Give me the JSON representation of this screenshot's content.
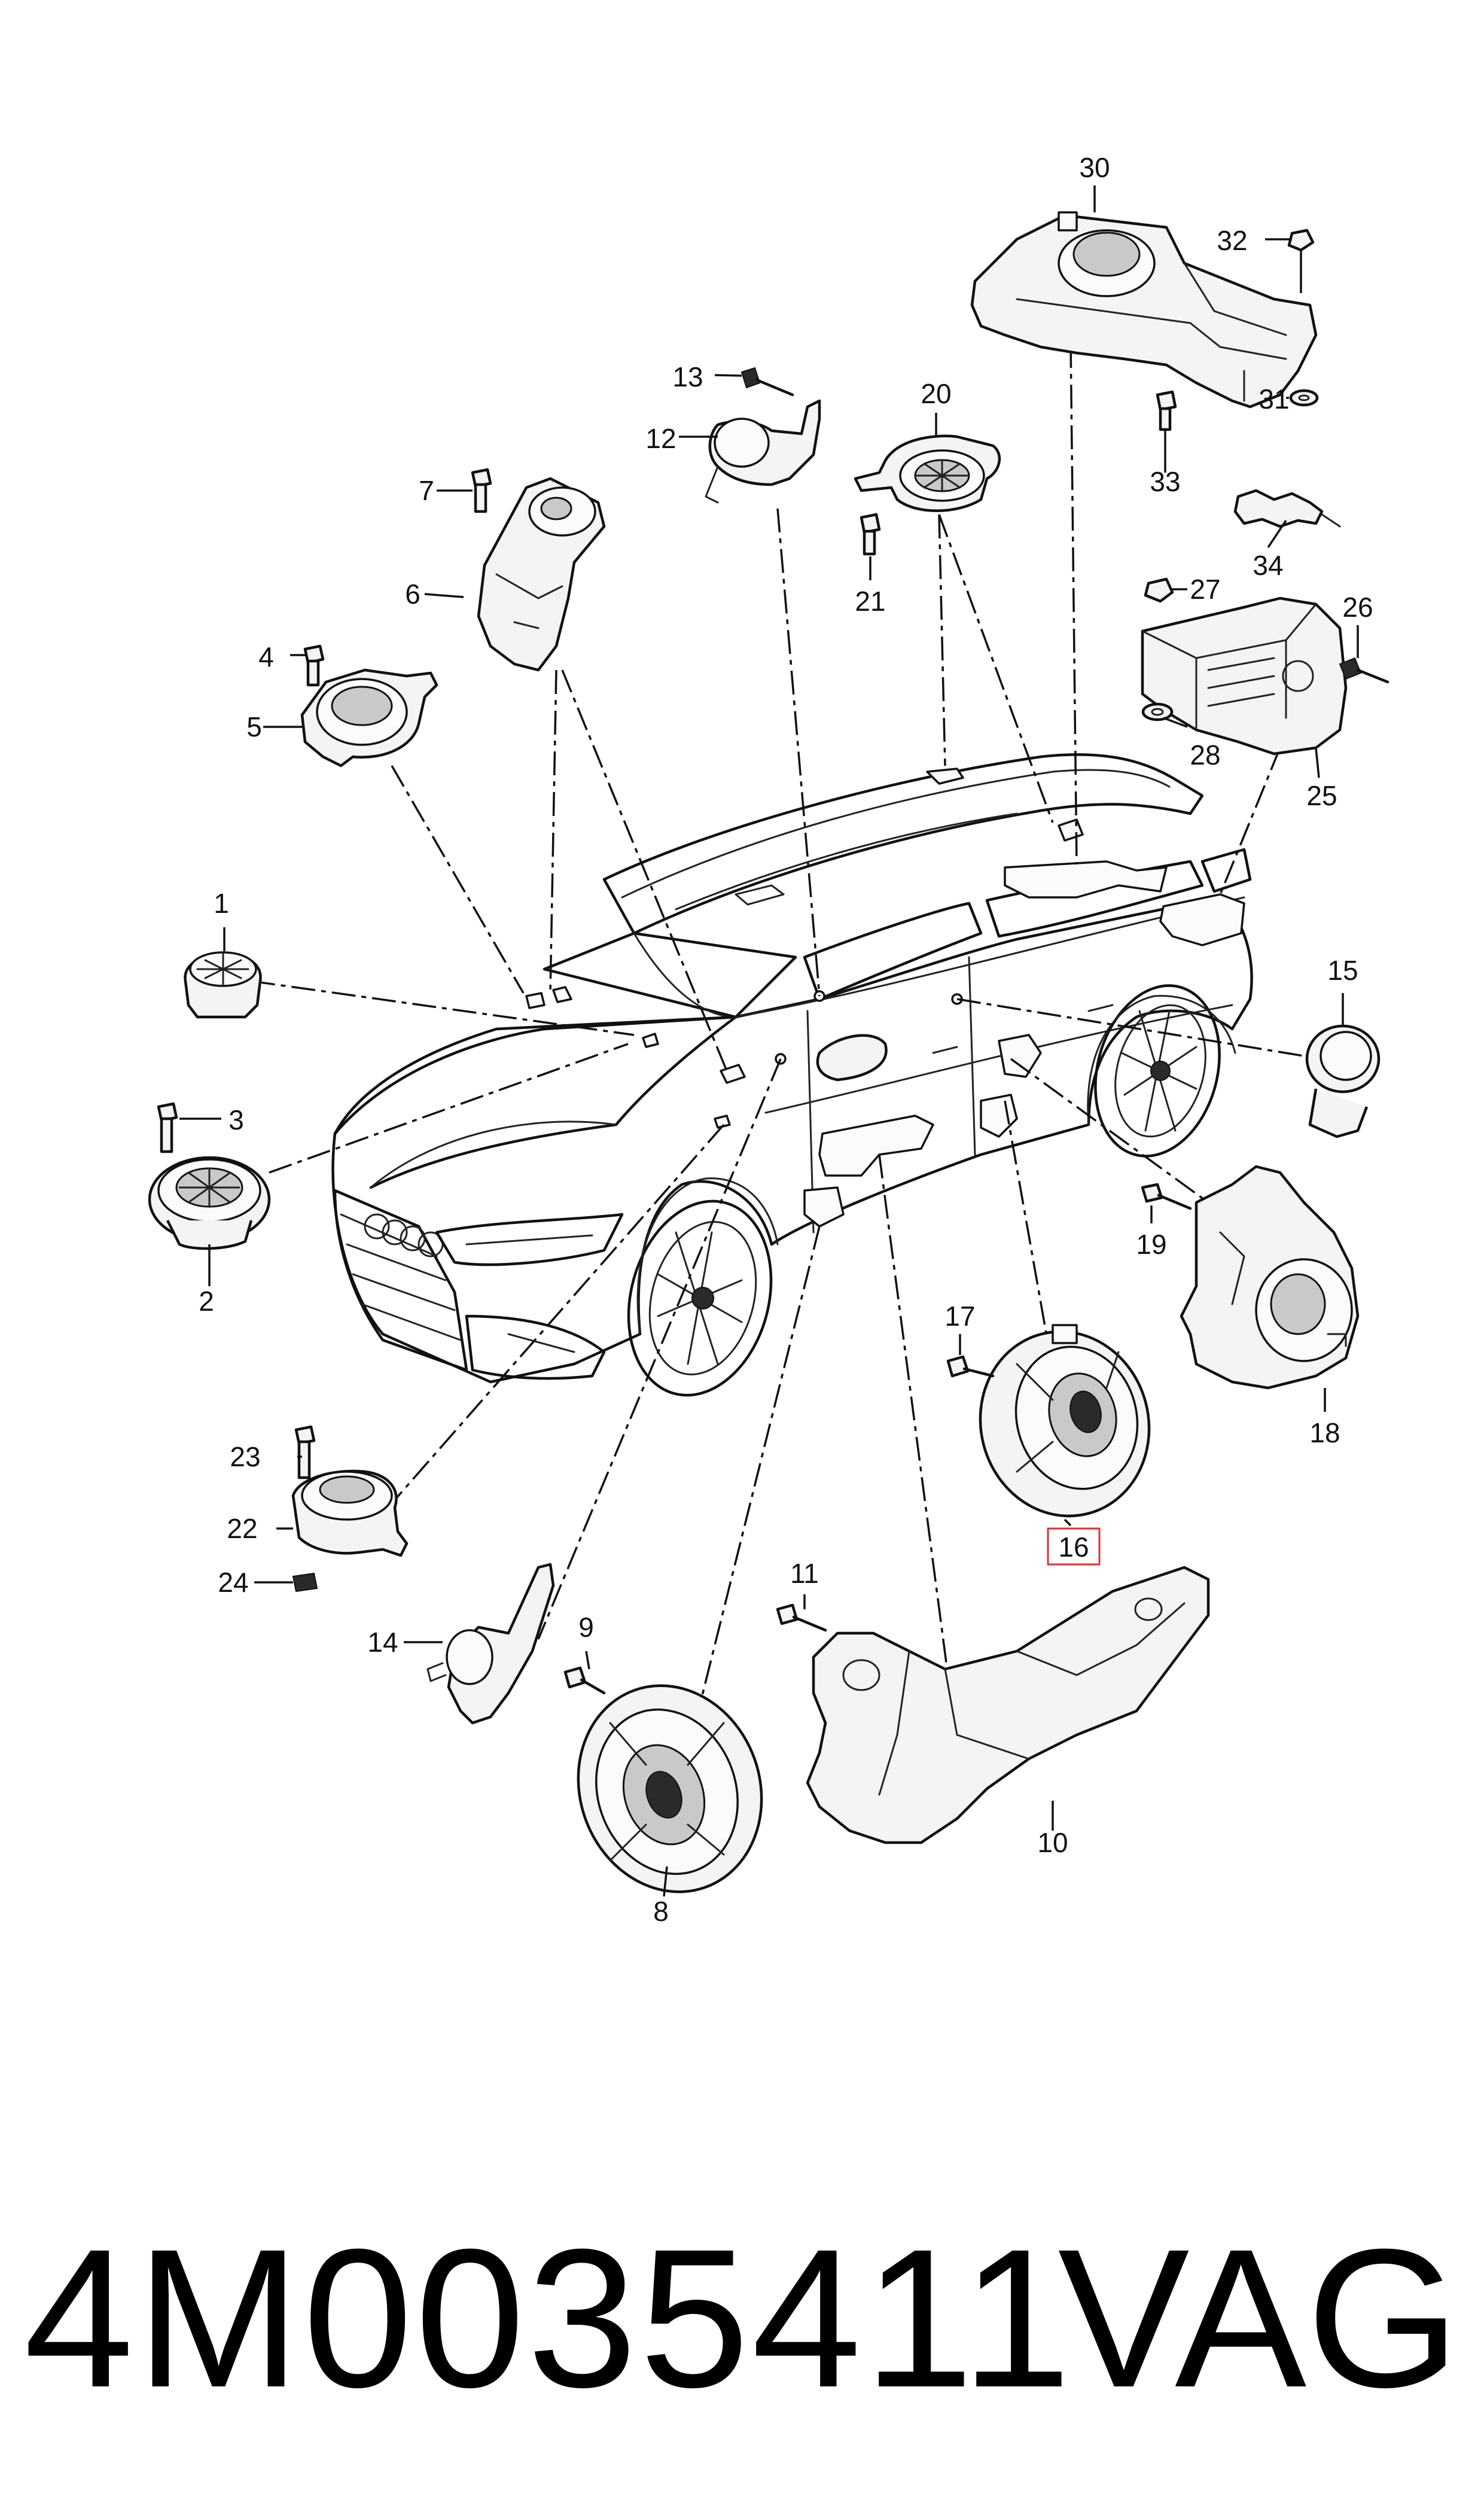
{
  "diagram": {
    "callouts": [
      "1",
      "2",
      "3",
      "4",
      "5",
      "6",
      "7",
      "8",
      "9",
      "10",
      "11",
      "12",
      "13",
      "14",
      "15",
      "16",
      "17",
      "18",
      "19",
      "20",
      "21",
      "22",
      "23",
      "24",
      "25",
      "26",
      "27",
      "28",
      "30",
      "31",
      "32",
      "33",
      "34"
    ],
    "highlighted_callout": "16",
    "highlight_color": "#e03030",
    "line_color": "#111111"
  },
  "footer": {
    "part_number": "4M0035411",
    "brand": "VAG"
  }
}
